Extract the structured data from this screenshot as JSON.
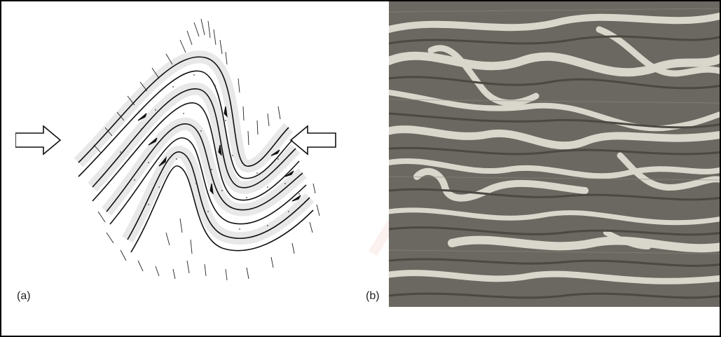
{
  "panels": {
    "a": {
      "label": "(a)"
    },
    "b": {
      "label": "(b)"
    }
  },
  "colors": {
    "line": "#111111",
    "rock_dark": "#4f4e46",
    "rock_mid": "#7a7870",
    "rock_light": "#d9d6cc",
    "watermark": "#f3c9c0"
  },
  "icons": [
    "left-compression-arrow",
    "right-compression-arrow"
  ]
}
